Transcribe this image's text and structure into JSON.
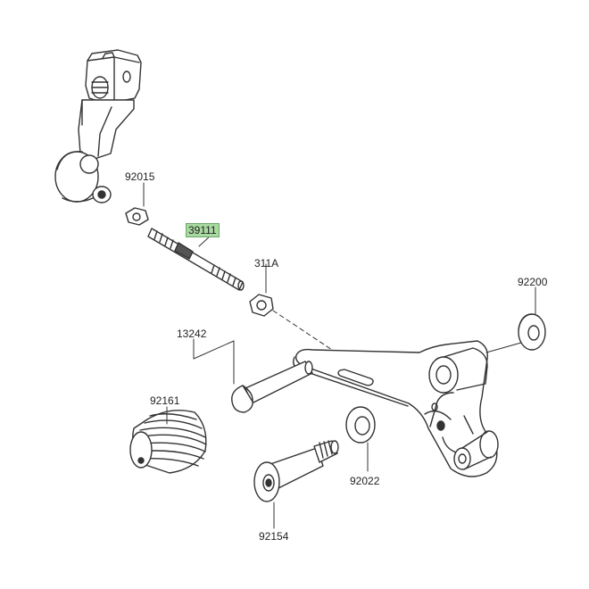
{
  "diagram": {
    "part_labels": [
      {
        "id": "p92015",
        "text": "92015"
      },
      {
        "id": "p39111",
        "text": "39111",
        "highlighted": true
      },
      {
        "id": "p311a",
        "text": "311A"
      },
      {
        "id": "p92200",
        "text": "92200"
      },
      {
        "id": "p13242",
        "text": "13242"
      },
      {
        "id": "p92161",
        "text": "92161"
      },
      {
        "id": "p92022",
        "text": "92022"
      },
      {
        "id": "p92154",
        "text": "92154"
      }
    ],
    "highlight_color": "#a9d9a0",
    "line_color": "#333333"
  }
}
